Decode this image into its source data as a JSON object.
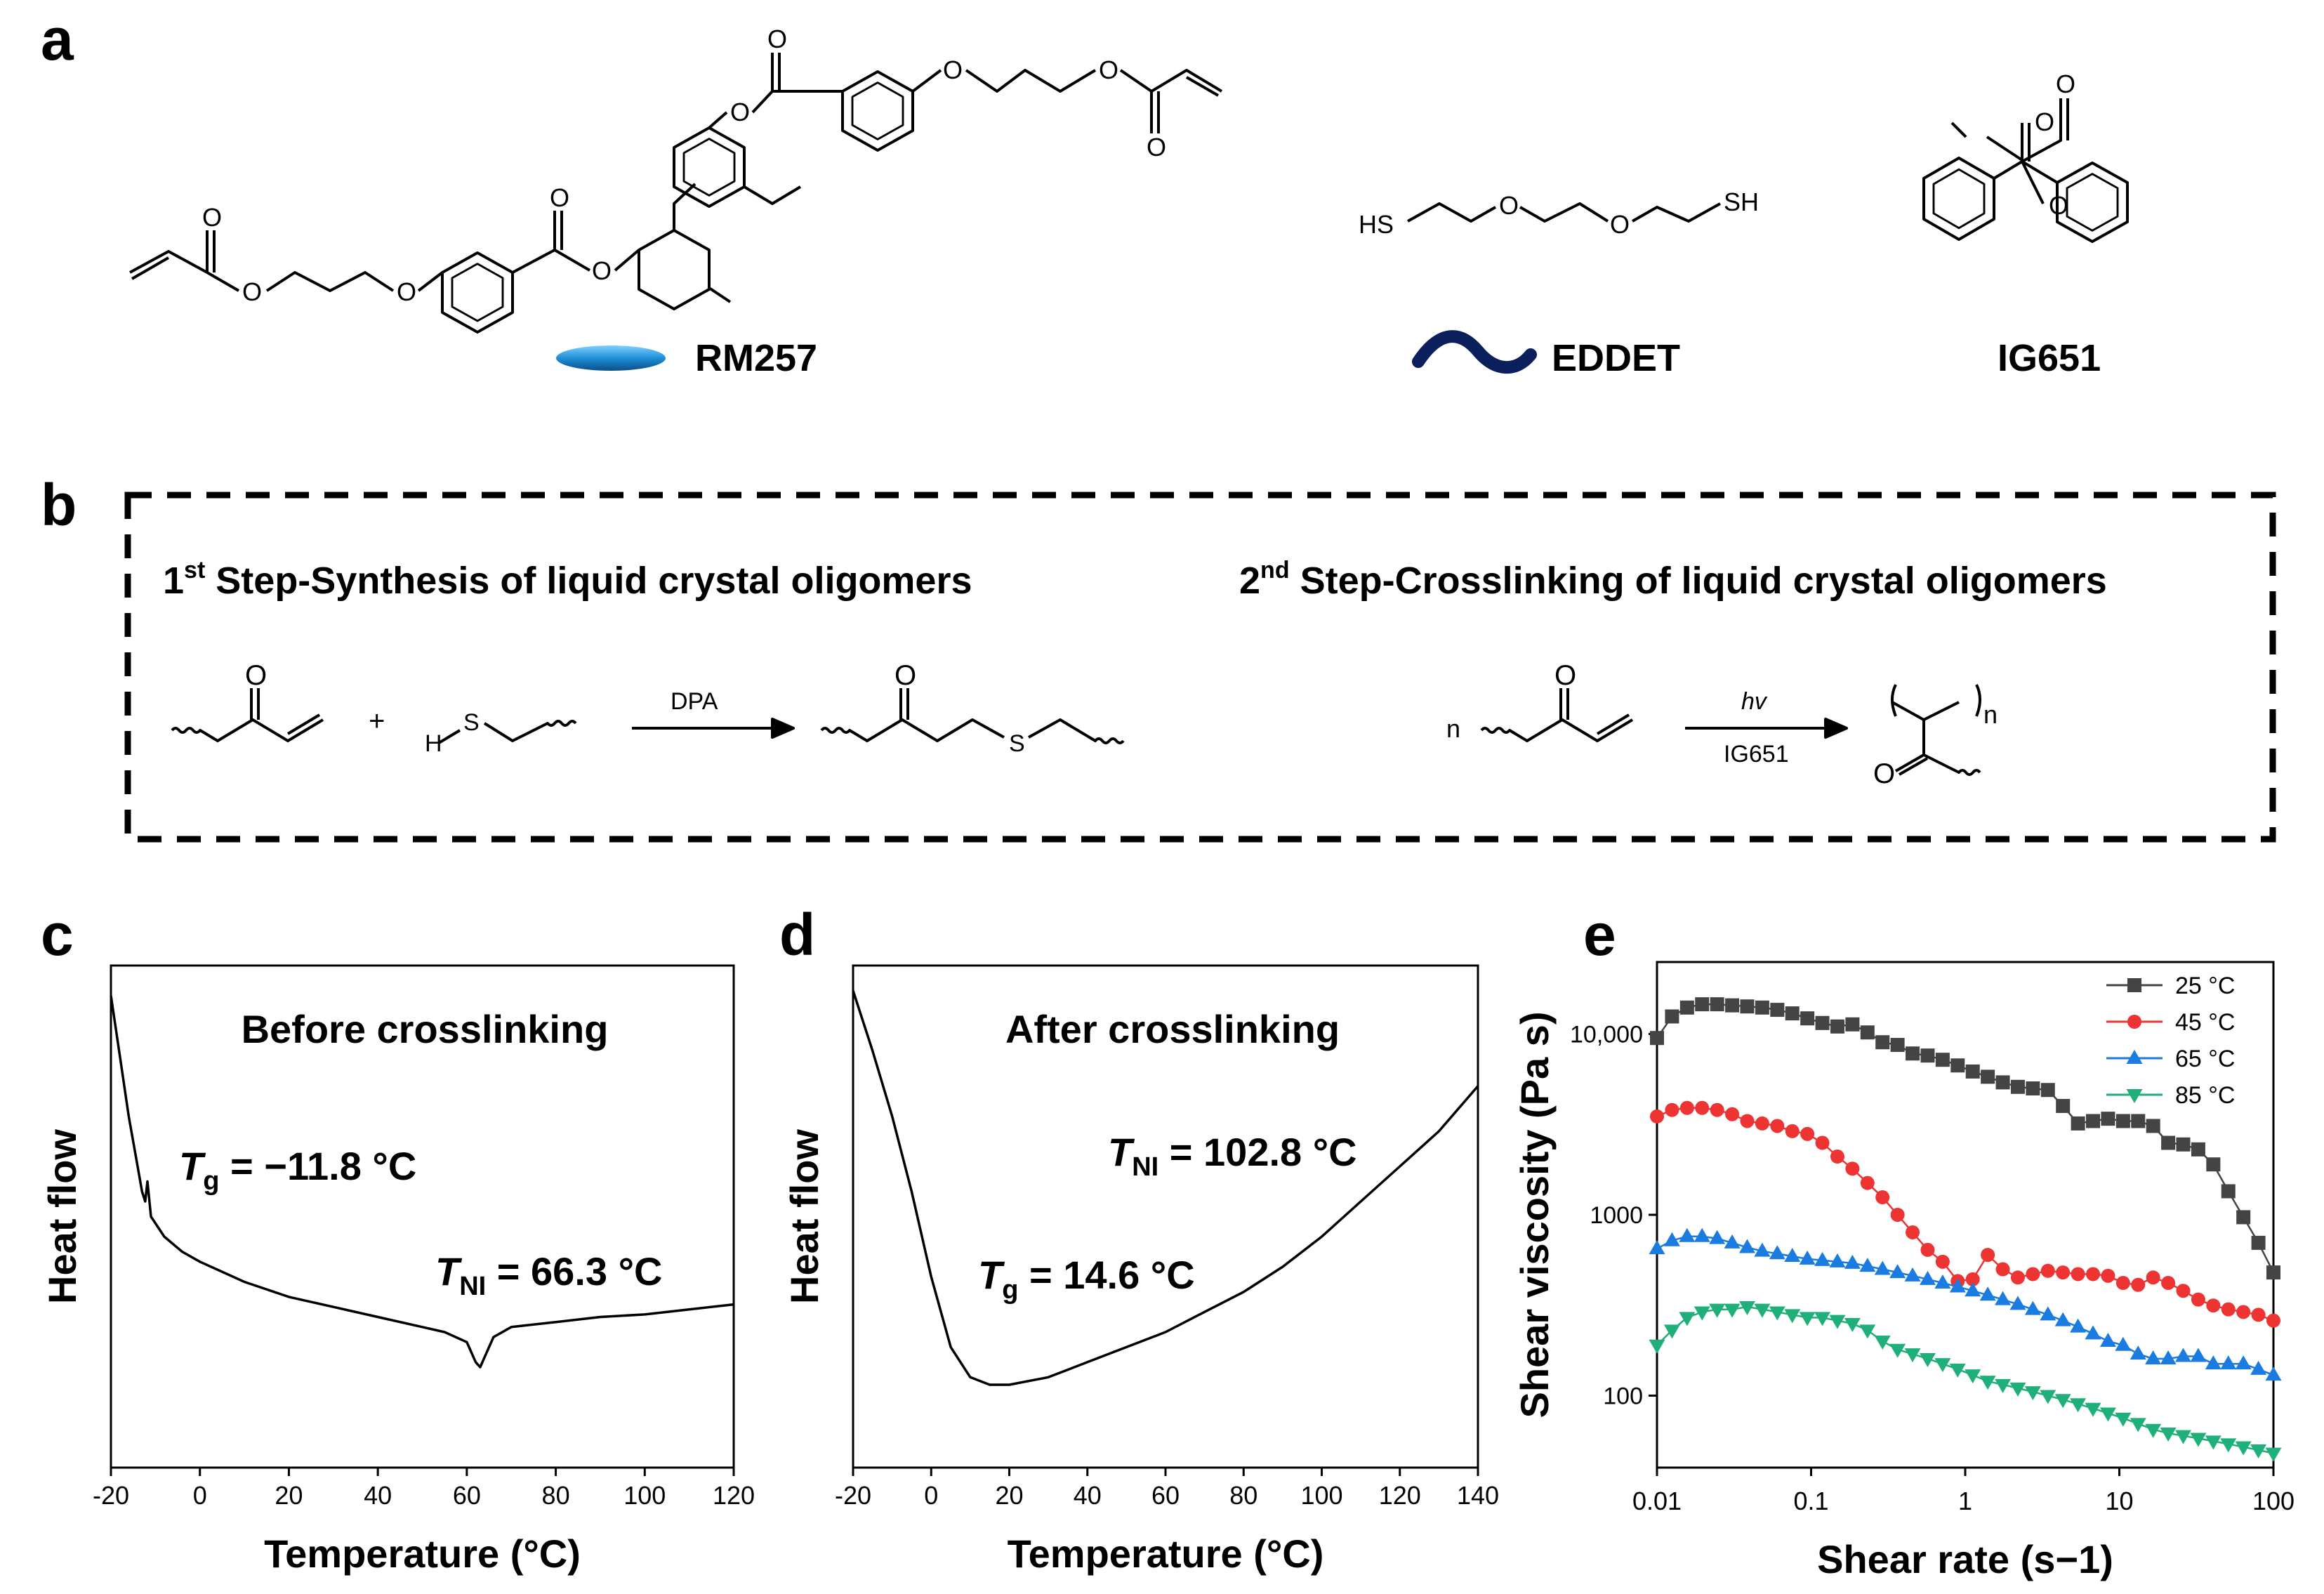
{
  "panels": {
    "a": {
      "label": "a",
      "molecules": [
        {
          "name": "RM257",
          "icon": "ellipse-mesogen-icon",
          "color": "#1e8fd6"
        },
        {
          "name": "EDDET",
          "icon": "wave-chain-icon",
          "color": "#0b1f5c"
        },
        {
          "name": "IG651",
          "icon": "none"
        }
      ],
      "atoms": {
        "O": "O",
        "HS": "HS",
        "SH": "SH"
      }
    },
    "b": {
      "label": "b",
      "step1": {
        "num": "1",
        "sup": "st",
        "title": " Step-Synthesis of liquid crystal oligomers",
        "plus": "+",
        "H": "H",
        "S": "S",
        "O": "O",
        "catalyst": "DPA"
      },
      "step2": {
        "num": "2",
        "sup": "nd",
        "title": " Step-Crosslinking of liquid crystal oligomers",
        "n": "n",
        "sub_n": "n",
        "O": "O",
        "light": "hv",
        "initiator": "IG651"
      }
    },
    "c": {
      "label": "c"
    },
    "d": {
      "label": "d"
    },
    "e": {
      "label": "e"
    }
  },
  "chart_data": [
    {
      "panel": "c",
      "type": "line",
      "title": "Before crosslinking",
      "xlabel": "Temperature (°C)",
      "ylabel": "Heat flow",
      "xlim": [
        -20,
        120
      ],
      "xticks": [
        -20,
        0,
        20,
        40,
        60,
        80,
        100,
        120
      ],
      "yticks": [],
      "annotations": [
        {
          "sym": "T",
          "sub": "g",
          "text": " = −11.8 °C"
        },
        {
          "sym": "T",
          "sub": "NI",
          "text": " = 66.3 °C"
        }
      ],
      "series": [
        {
          "x": [
            -20,
            -18,
            -16,
            -14,
            -13,
            -12.3,
            -11.8,
            -11,
            -8,
            -4,
            0,
            10,
            20,
            30,
            40,
            50,
            55,
            60,
            62,
            63,
            64,
            66,
            70,
            80,
            90,
            100,
            110,
            120
          ],
          "y": [
            0.94,
            0.82,
            0.7,
            0.6,
            0.55,
            0.53,
            0.57,
            0.5,
            0.46,
            0.43,
            0.41,
            0.37,
            0.34,
            0.32,
            0.3,
            0.28,
            0.27,
            0.25,
            0.21,
            0.2,
            0.22,
            0.26,
            0.28,
            0.29,
            0.3,
            0.305,
            0.315,
            0.325
          ]
        }
      ]
    },
    {
      "panel": "d",
      "type": "line",
      "title": "After crosslinking",
      "xlabel": "Temperature (°C)",
      "ylabel": "Heat flow",
      "xlim": [
        -20,
        140
      ],
      "xticks": [
        -20,
        0,
        20,
        40,
        60,
        80,
        100,
        120,
        140
      ],
      "yticks": [],
      "annotations": [
        {
          "sym": "T",
          "sub": "NI",
          "text": " = 102.8 °C"
        },
        {
          "sym": "T",
          "sub": "g",
          "text": " = 14.6 °C"
        }
      ],
      "series": [
        {
          "x": [
            -20,
            -15,
            -10,
            -5,
            0,
            5,
            10,
            15,
            20,
            30,
            40,
            50,
            60,
            70,
            80,
            90,
            100,
            110,
            120,
            130,
            140
          ],
          "y": [
            0.95,
            0.83,
            0.7,
            0.55,
            0.38,
            0.24,
            0.18,
            0.165,
            0.165,
            0.18,
            0.21,
            0.24,
            0.27,
            0.31,
            0.35,
            0.4,
            0.46,
            0.53,
            0.6,
            0.67,
            0.76
          ]
        }
      ]
    },
    {
      "panel": "e",
      "type": "scatter",
      "xscale": "log",
      "yscale": "log",
      "xlabel": "Shear rate (s−1)",
      "ylabel": "Shear viscosity (Pa s)",
      "xlim": [
        0.01,
        100
      ],
      "ylim": [
        40,
        25000
      ],
      "xticks": [
        {
          "v": 0.01,
          "label": "0.01"
        },
        {
          "v": 0.1,
          "label": "0.1"
        },
        {
          "v": 1,
          "label": "1"
        },
        {
          "v": 10,
          "label": "10"
        },
        {
          "v": 100,
          "label": "100"
        }
      ],
      "yticks": [
        {
          "v": 100,
          "label": "100"
        },
        {
          "v": 1000,
          "label": "1000"
        },
        {
          "v": 10000,
          "label": "10,000"
        }
      ],
      "legend_position": "top-right",
      "series": [
        {
          "name": "25 °C",
          "marker": "square",
          "color": "#444444",
          "y": [
            9500,
            12500,
            14000,
            14600,
            14600,
            14400,
            14200,
            14000,
            13600,
            13000,
            12200,
            11500,
            11000,
            11300,
            10200,
            9000,
            8700,
            7800,
            7600,
            7200,
            6700,
            6200,
            5800,
            5400,
            5100,
            5000,
            4900,
            4000,
            3200,
            3300,
            3400,
            3300,
            3300,
            3100,
            2500,
            2450,
            2300,
            1900,
            1350,
            970,
            700,
            480
          ]
        },
        {
          "name": "45 °C",
          "marker": "circle",
          "color": "#ee3333",
          "y": [
            3500,
            3800,
            3900,
            3900,
            3800,
            3600,
            3300,
            3200,
            3100,
            2900,
            2800,
            2500,
            2100,
            1800,
            1500,
            1250,
            1000,
            800,
            640,
            550,
            430,
            440,
            600,
            500,
            450,
            470,
            490,
            480,
            470,
            470,
            460,
            420,
            410,
            450,
            420,
            380,
            340,
            315,
            300,
            290,
            280,
            260
          ]
        },
        {
          "name": "65 °C",
          "marker": "triangle-up",
          "color": "#1a7be0",
          "y": [
            650,
            720,
            760,
            760,
            740,
            700,
            660,
            630,
            610,
            590,
            570,
            560,
            550,
            540,
            520,
            500,
            480,
            460,
            440,
            420,
            400,
            380,
            360,
            340,
            320,
            300,
            280,
            260,
            240,
            220,
            200,
            190,
            170,
            160,
            160,
            165,
            165,
            150,
            150,
            150,
            140,
            130
          ]
        },
        {
          "name": "85 °C",
          "marker": "triangle-down",
          "color": "#1fb079",
          "y": [
            190,
            230,
            270,
            290,
            300,
            300,
            310,
            300,
            290,
            280,
            270,
            270,
            260,
            250,
            230,
            200,
            180,
            170,
            160,
            150,
            140,
            130,
            120,
            115,
            110,
            105,
            100,
            95,
            90,
            85,
            80,
            75,
            70,
            65,
            62,
            60,
            58,
            56,
            54,
            52,
            50,
            48
          ]
        }
      ]
    }
  ]
}
